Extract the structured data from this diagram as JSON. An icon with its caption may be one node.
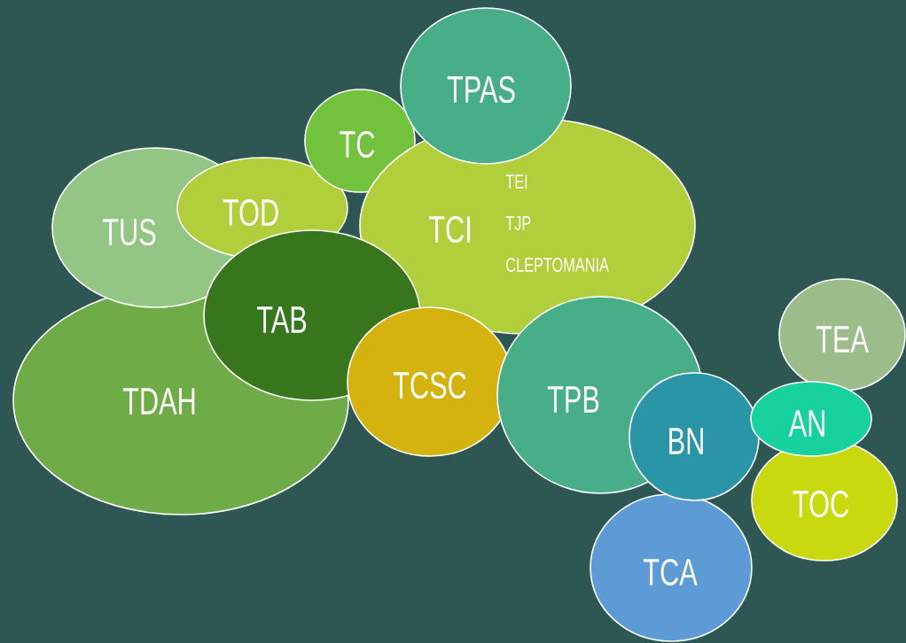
{
  "diagram": {
    "nodes": [
      {
        "text": [
          "TPAS"
        ]
      },
      {
        "text": [
          "TC"
        ]
      },
      {
        "text": [
          "TCI",
          "TEI",
          "TJP",
          "CLEPTOMANIA"
        ]
      },
      {
        "text": [
          "TUS"
        ]
      },
      {
        "text": [
          "TOD"
        ]
      },
      {
        "text": [
          "TAB"
        ]
      },
      {
        "text": [
          "TEA"
        ]
      },
      {
        "text": [
          "TCSC"
        ]
      },
      {
        "text": [
          "TPB"
        ]
      },
      {
        "text": [
          "TDAH"
        ]
      },
      {
        "text": [
          "AN"
        ]
      },
      {
        "text": [
          "BN"
        ]
      },
      {
        "text": [
          "TOC"
        ]
      },
      {
        "text": [
          "TCA"
        ]
      }
    ]
  }
}
